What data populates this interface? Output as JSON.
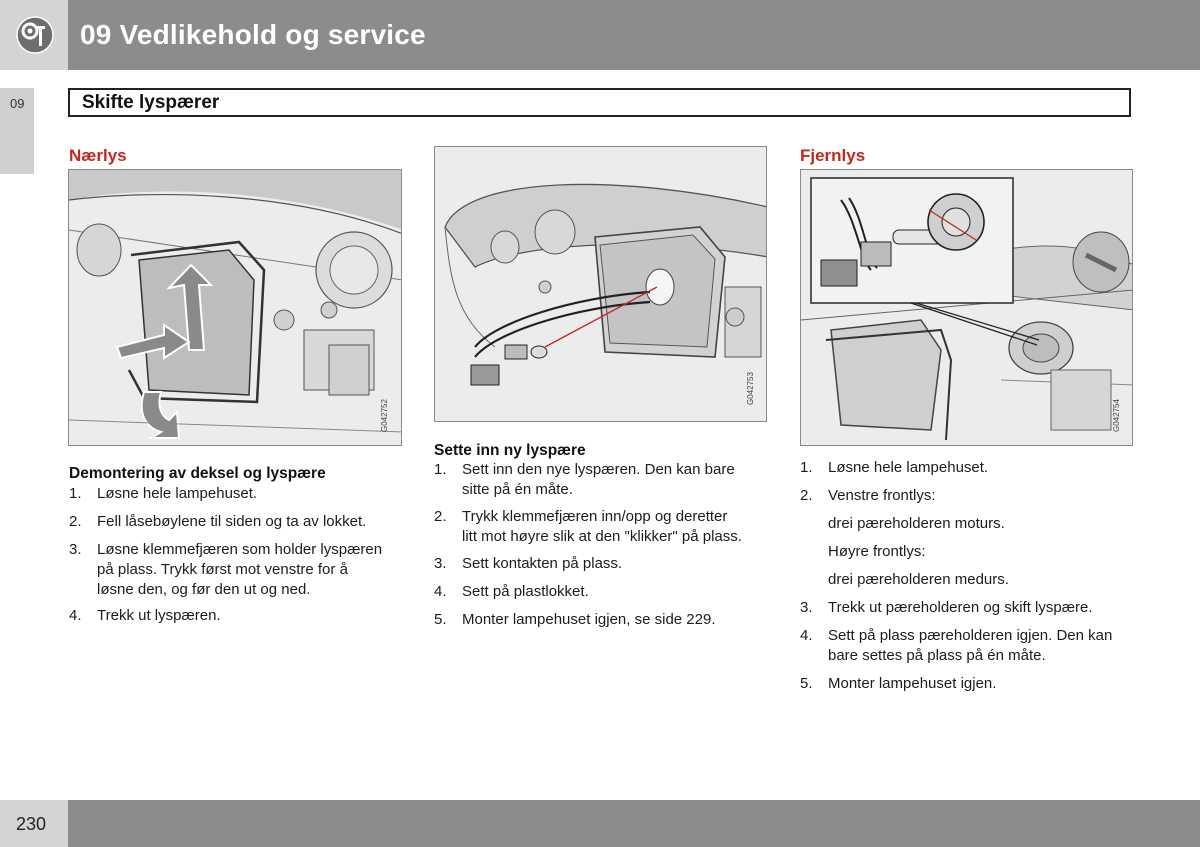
{
  "header": {
    "chapter_title": "09 Vedlikehold og service",
    "icon": "wrench-gear-icon"
  },
  "side_tab": {
    "number": "09"
  },
  "section": {
    "title": "Skifte lyspærer"
  },
  "left": {
    "subheading": "Nærlys",
    "figure_code": "G042752",
    "heading": "Demontering av deksel og lyspære",
    "steps": [
      {
        "n": "1.",
        "lines": [
          "Løsne hele lampehuset."
        ]
      },
      {
        "n": "2.",
        "lines": [
          "Fell låsebøylene til siden og ta av lokket."
        ]
      },
      {
        "n": "3.",
        "lines": [
          "Løsne klemmefjæren som holder lyspæren",
          "på plass. Trykk først mot venstre for å",
          "løsne den, og før den ut og ned."
        ]
      },
      {
        "n": "4.",
        "lines": [
          "Trekk ut lyspæren."
        ]
      }
    ]
  },
  "middle": {
    "figure_code": "G042753",
    "heading": "Sette inn ny lyspære",
    "steps": [
      {
        "n": "1.",
        "lines": [
          "Sett inn den nye lyspæren. Den kan bare",
          "sitte på én måte."
        ]
      },
      {
        "n": "2.",
        "lines": [
          "Trykk klemmefjæren inn/opp og deretter",
          "litt mot høyre slik at den \"klikker\" på plass."
        ]
      },
      {
        "n": "3.",
        "lines": [
          "Sett kontakten på plass."
        ]
      },
      {
        "n": "4.",
        "lines": [
          "Sett på plastlokket."
        ]
      },
      {
        "n": "5.",
        "lines": [
          "Monter lampehuset igjen, se side 229."
        ]
      }
    ]
  },
  "right": {
    "subheading": "Fjernlys",
    "figure_code": "G042754",
    "steps": [
      {
        "n": "1.",
        "lines": [
          "Løsne hele lampehuset."
        ]
      },
      {
        "n": "2.",
        "lines": [
          "Venstre frontlys:"
        ]
      },
      {
        "n": "",
        "lines": [
          "drei pæreholderen moturs."
        ]
      },
      {
        "n": "",
        "lines": [
          "Høyre frontlys:"
        ]
      },
      {
        "n": "",
        "lines": [
          "drei pæreholderen medurs."
        ]
      },
      {
        "n": "3.",
        "lines": [
          "Trekk ut pæreholderen og skift lyspære."
        ]
      },
      {
        "n": "4.",
        "lines": [
          "Sett på plass pæreholderen igjen. Den kan",
          "bare settes på plass på én måte."
        ]
      },
      {
        "n": "5.",
        "lines": [
          "Monter lampehuset igjen."
        ]
      }
    ]
  },
  "footer": {
    "page_number": "230"
  },
  "colors": {
    "accent": "#c4271e",
    "header_bg": "#8c8c8c",
    "tab_bg": "#d4d4d4"
  }
}
